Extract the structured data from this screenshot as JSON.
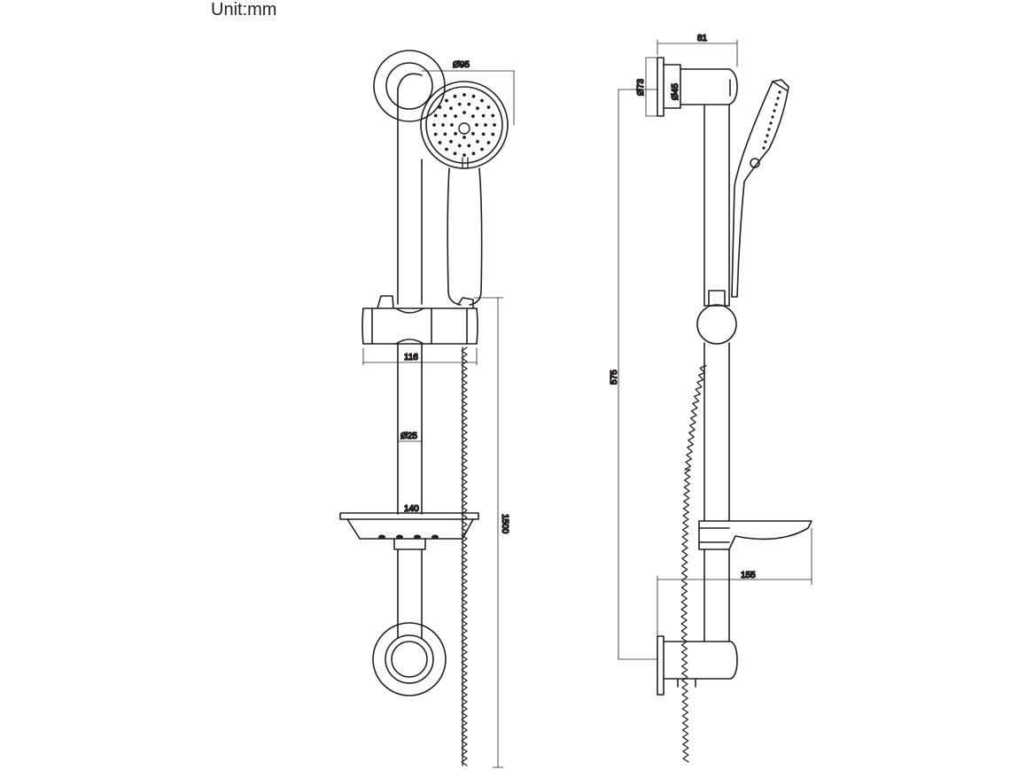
{
  "unit": "Unit:mm",
  "dimensions": {
    "head_diameter": "Ø95",
    "slider_width": "116",
    "rail_diameter": "Ø25",
    "soap_dish_width": "140",
    "hose_length": "1500",
    "bracket_depth": "81",
    "bracket_outer_diameter": "Ø73",
    "bracket_inner_diameter": "Ø45",
    "rail_length": "575",
    "dish_projection": "155"
  },
  "colors": {
    "line": "#231f20",
    "background": "#ffffff"
  }
}
